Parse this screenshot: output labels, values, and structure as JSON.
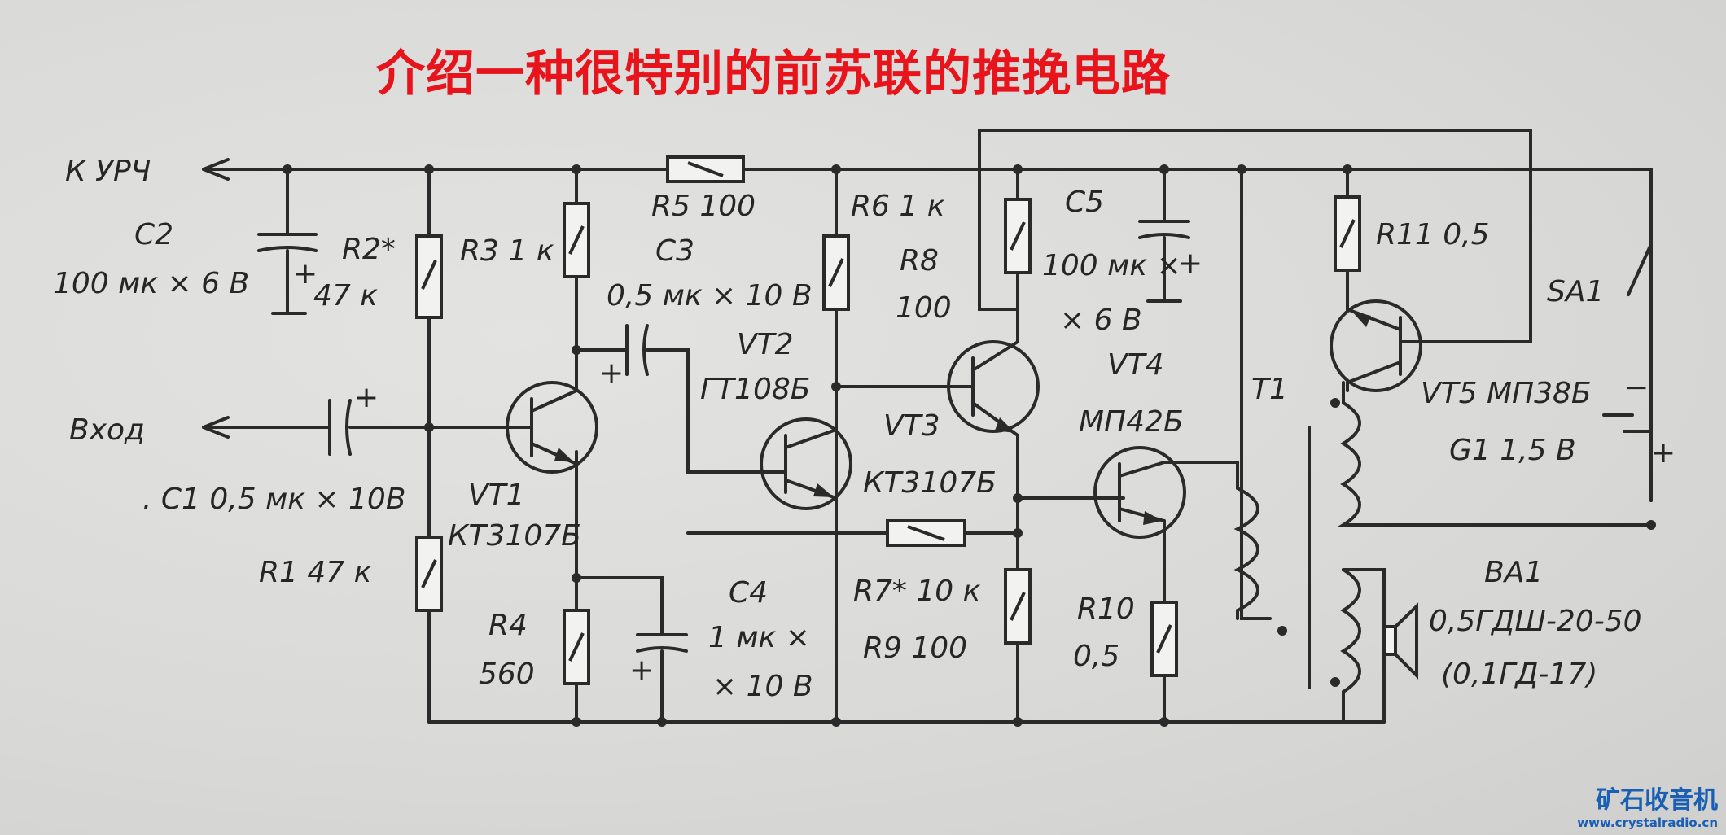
{
  "title": "介绍一种很特别的前苏联的推挽电路",
  "labels": {
    "out": "К УРЧ",
    "input": "Вход",
    "c2": "C2",
    "c2v": "100 мк × 6 В",
    "r2": "R2*",
    "r2v": "47 к",
    "r3": "R3 1 к",
    "r5": "R5 100",
    "c3": "C3",
    "c3v": "0,5 мк × 10 В",
    "r6": "R6 1 к",
    "r8": "R8",
    "r8v": "100",
    "c5": "C5",
    "c5v": "100 мк ×",
    "c5v2": "× 6 В",
    "r11": "R11 0,5",
    "sa1": "SA1",
    "vt2": "VT2",
    "vt2t": "ГТ108Б",
    "vt4": "VT4",
    "vt4t": "МП42Б",
    "t1": "T1",
    "vt5": "VT5 МП38Б",
    "g1": "G1 1,5 В",
    "vt3": "VT3",
    "vt3t": "КТ3107Б",
    "c1": ". C1 0,5 мк × 10В",
    "vt1": "VT1",
    "vt1t": "КТ3107Б",
    "r1": "R1 47 к",
    "r4": "R4",
    "r4v": "560",
    "c4": "C4",
    "c4v": "1 мк ×",
    "c4v2": "× 10 В",
    "r7": "R7* 10 к",
    "r9": "R9 100",
    "r10": "R10",
    "r10v": "0,5",
    "ba1": "BA1",
    "ba1t": "0,5ГДШ-20-50",
    "ba1t2": "(0,1ГД-17)",
    "plus_c2": "+",
    "plus_c1": "+",
    "plus_c3": "+",
    "plus_c4": "+",
    "plus_c5": "+",
    "batt_minus": "−",
    "batt_plus": "+"
  },
  "watermark": {
    "text": "矿石收音机",
    "url": "www.crystalradio.cn"
  }
}
